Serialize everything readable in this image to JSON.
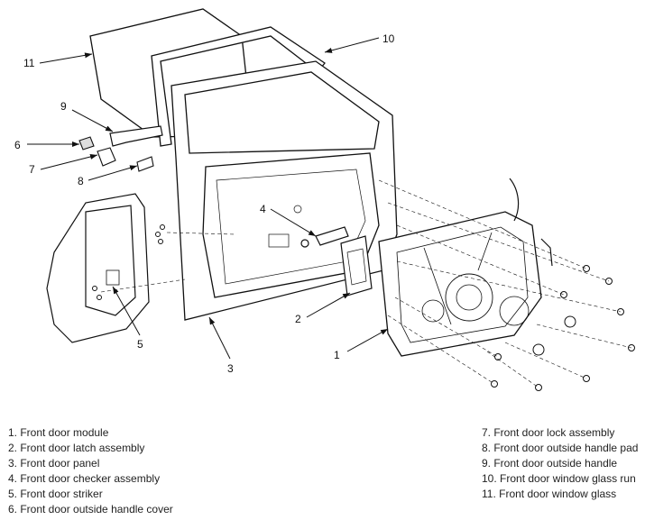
{
  "callouts": {
    "c1": "1",
    "c2": "2",
    "c3": "3",
    "c4": "4",
    "c5": "5",
    "c6": "6",
    "c7": "7",
    "c8": "8",
    "c9": "9",
    "c10": "10",
    "c11": "11"
  },
  "legend": {
    "left": [
      "1. Front door module",
      "2. Front door latch assembly",
      "3. Front door panel",
      "4. Front door checker assembly",
      "5. Front door striker",
      "6. Front door outside handle cover"
    ],
    "right": [
      "7. Front door lock assembly",
      "8. Front door outside handle pad",
      "9. Front door outside handle",
      "10. Front door window glass run",
      "11. Front door window glass"
    ]
  }
}
